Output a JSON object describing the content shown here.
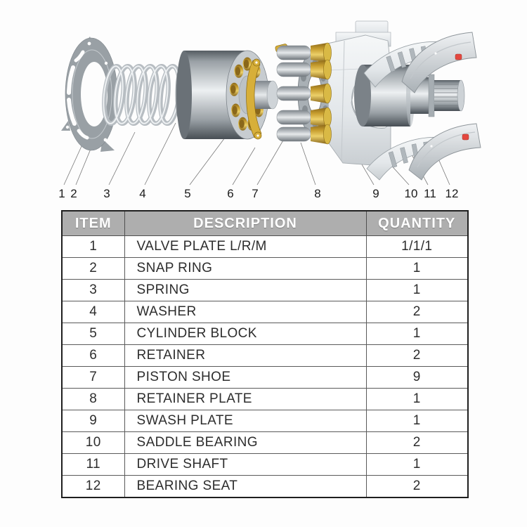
{
  "page": {
    "background": "#fdfdfd"
  },
  "colors": {
    "table_header_bg": "#aeaeae",
    "table_header_text": "#ffffff",
    "table_border": "#1f1f1f",
    "metal_gray": "#9aa1a6",
    "brass_gold": "#d4ab3a",
    "red_accent": "#e4473f",
    "leader_line": "#7a7a7a"
  },
  "diagram": {
    "description": "Exploded view of hydraulic piston pump assembly",
    "callouts": [
      "1",
      "2",
      "3",
      "4",
      "5",
      "6",
      "7",
      "8",
      "9",
      "10",
      "11",
      "12"
    ]
  },
  "table": {
    "headers": [
      "ITEM",
      "DESCRIPTION",
      "QUANTITY"
    ],
    "rows": [
      {
        "item": "1",
        "description": "VALVE PLATE L/R/M",
        "quantity": "1/1/1"
      },
      {
        "item": "2",
        "description": "SNAP RING",
        "quantity": "1"
      },
      {
        "item": "3",
        "description": "SPRING",
        "quantity": "1"
      },
      {
        "item": "4",
        "description": "WASHER",
        "quantity": "2"
      },
      {
        "item": "5",
        "description": "CYLINDER BLOCK",
        "quantity": "1"
      },
      {
        "item": "6",
        "description": "RETAINER",
        "quantity": "2"
      },
      {
        "item": "7",
        "description": "PISTON SHOE",
        "quantity": "9"
      },
      {
        "item": "8",
        "description": "RETAINER PLATE",
        "quantity": "1"
      },
      {
        "item": "9",
        "description": "SWASH PLATE",
        "quantity": "1"
      },
      {
        "item": "10",
        "description": "SADDLE BEARING",
        "quantity": "2"
      },
      {
        "item": "11",
        "description": "DRIVE SHAFT",
        "quantity": "1"
      },
      {
        "item": "12",
        "description": "BEARING SEAT",
        "quantity": "2"
      }
    ]
  }
}
